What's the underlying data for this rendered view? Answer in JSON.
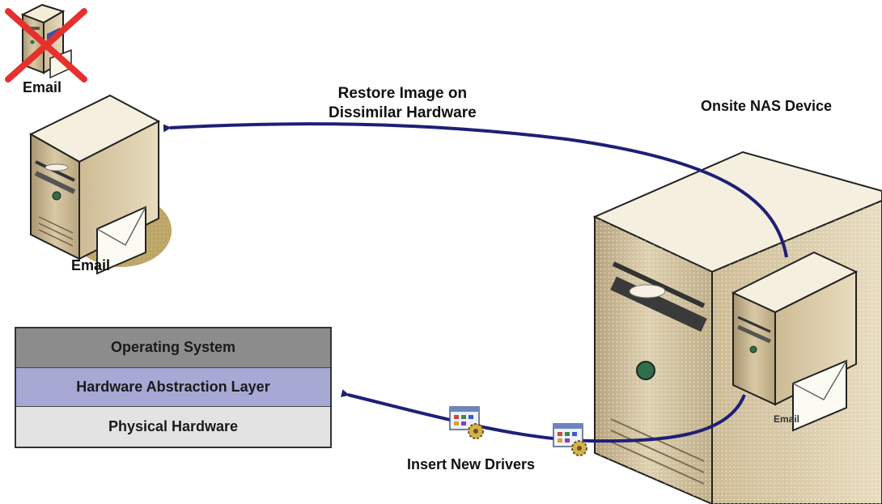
{
  "labels": {
    "email_old": "Email",
    "email_new": "Email",
    "restore_line1": "Restore Image on",
    "restore_line2": "Dissimilar Hardware",
    "nas_device": "Onsite NAS Device",
    "email_vm": "Email",
    "insert_drivers": "Insert New Drivers"
  },
  "stack": {
    "layers": [
      {
        "label": "Operating System",
        "color": "#8c8c8c"
      },
      {
        "label": "Hardware Abstraction Layer",
        "color": "#a7a8d4"
      },
      {
        "label": "Physical Hardware",
        "color": "#e3e3e3"
      }
    ]
  },
  "icons": {
    "failed_server": "server-with-red-x-icon",
    "new_server": "server-tower-icon",
    "nas": "nas-device-icon",
    "vm_server": "server-tower-icon",
    "email": "envelope-icon",
    "drivers": "driver-gear-icon"
  },
  "colors": {
    "arrow": "#1f1f78",
    "cross": "#e5312e",
    "server_body": "#c9b58e"
  }
}
